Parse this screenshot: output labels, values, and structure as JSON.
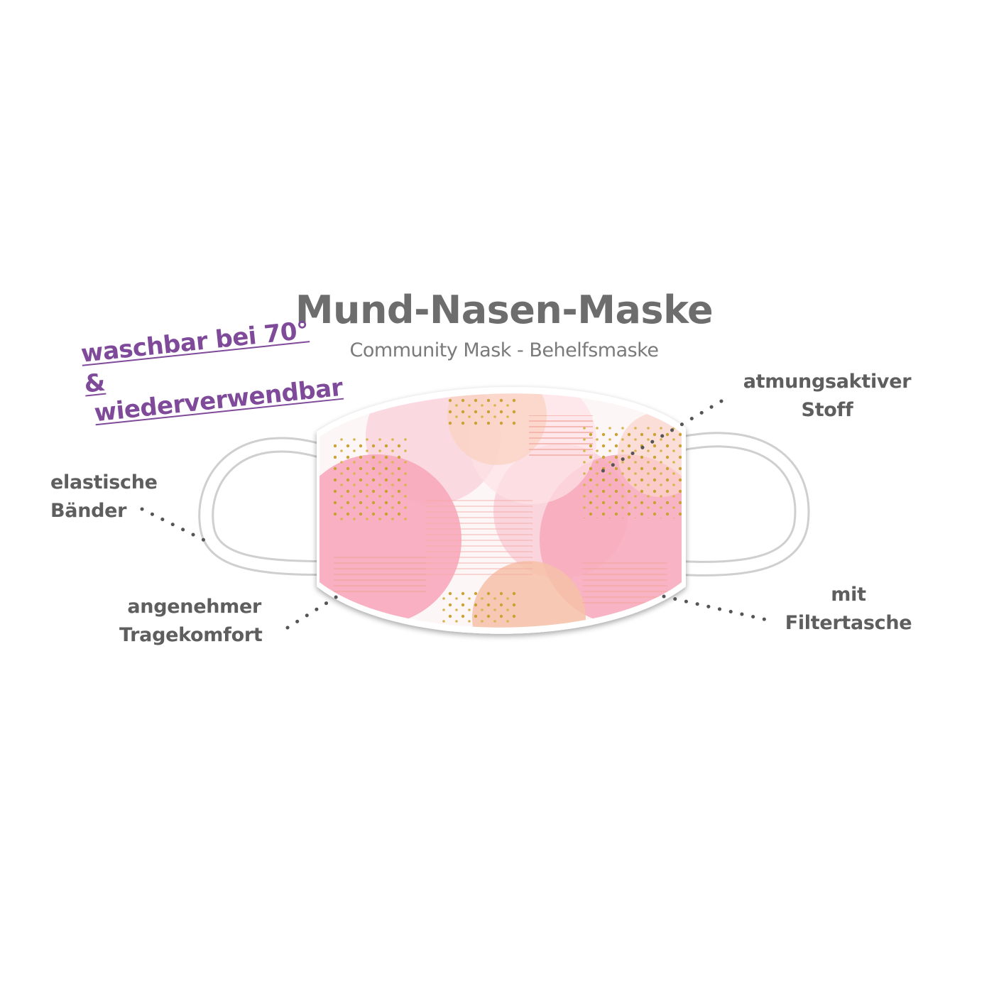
{
  "header": {
    "title": "Mund-Nasen-Maske",
    "subtitle": "Community Mask - Behelfsmaske"
  },
  "promo": {
    "line1": "waschbar bei 70° &",
    "line2": "wiederverwendbar",
    "color": "#7f4a9a"
  },
  "callouts": {
    "elastic": {
      "line1": "elastische",
      "line2": "Bänder"
    },
    "comfort": {
      "line1": "angenehmer",
      "line2": "Tragekomfort"
    },
    "breathable": {
      "line1": "atmungsaktiver",
      "line2": "Stoff"
    },
    "filter": {
      "line1": "mit",
      "line2": "Filtertasche"
    }
  },
  "colors": {
    "text": "#5e5e5e",
    "pink": "#f7a8bb",
    "peach": "#f6c1a8",
    "gold": "#c9a233"
  }
}
